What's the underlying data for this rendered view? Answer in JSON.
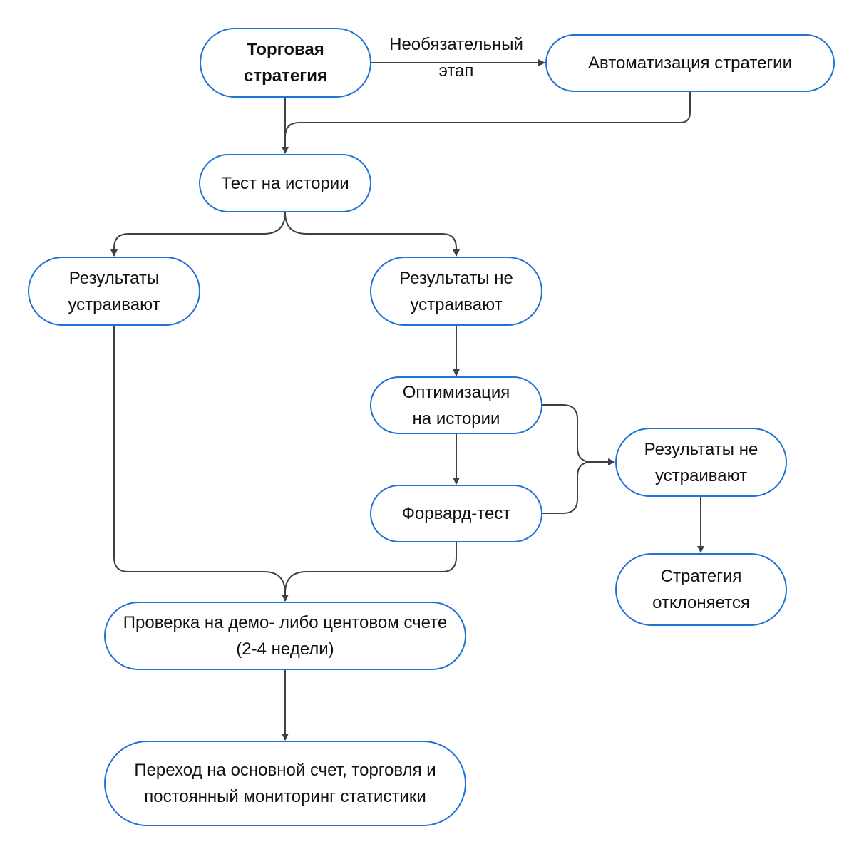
{
  "diagram": {
    "type": "flowchart",
    "colors": {
      "node_border": "#1f72d6",
      "edge": "#3c4049",
      "text": "#111111"
    },
    "nodes": [
      {
        "id": "trading-strategy",
        "label": "Торговая стратегия",
        "bold": true
      },
      {
        "id": "automation",
        "label": "Автоматизация стратегии"
      },
      {
        "id": "backtest",
        "label": "Тест на истории"
      },
      {
        "id": "results-ok",
        "label": "Результаты устраивают"
      },
      {
        "id": "results-not-ok-1",
        "label": "Результаты не устраивают"
      },
      {
        "id": "optimization",
        "label": "Оптимизация на истории"
      },
      {
        "id": "forward-test",
        "label": "Форвард-тест"
      },
      {
        "id": "results-not-ok-2",
        "label": "Результаты не устраивают"
      },
      {
        "id": "strategy-rejected",
        "label": "Стратегия отклоняется"
      },
      {
        "id": "demo-check",
        "label": "Проверка на демо- либо центовом счете (2-4 недели)"
      },
      {
        "id": "live-trading",
        "label": "Переход на основной счет, торговля и постоянный мониторинг статистики"
      }
    ],
    "edges": [
      {
        "from": "trading-strategy",
        "to": "automation",
        "label": "Необязательный этап"
      },
      {
        "from": "trading-strategy",
        "to": "backtest"
      },
      {
        "from": "automation",
        "to": "backtest"
      },
      {
        "from": "backtest",
        "to": "results-ok"
      },
      {
        "from": "backtest",
        "to": "results-not-ok-1"
      },
      {
        "from": "results-not-ok-1",
        "to": "optimization"
      },
      {
        "from": "optimization",
        "to": "forward-test"
      },
      {
        "from": "optimization",
        "to": "results-not-ok-2"
      },
      {
        "from": "forward-test",
        "to": "results-not-ok-2"
      },
      {
        "from": "results-not-ok-2",
        "to": "strategy-rejected"
      },
      {
        "from": "results-ok",
        "to": "demo-check"
      },
      {
        "from": "forward-test",
        "to": "demo-check"
      },
      {
        "from": "demo-check",
        "to": "live-trading"
      }
    ],
    "edge_labels": {
      "optional_line1": "Необязательный",
      "optional_line2": "этап"
    }
  }
}
